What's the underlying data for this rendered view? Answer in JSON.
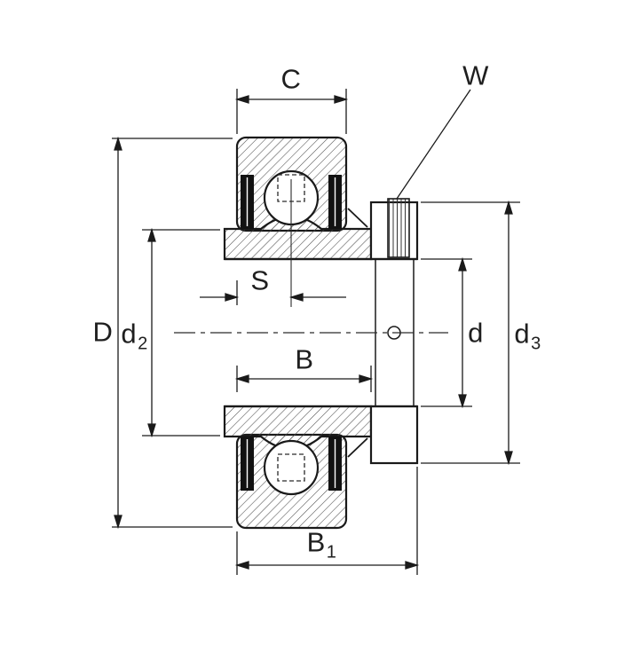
{
  "diagram": {
    "kind": "bearing-cross-section-technical-drawing",
    "dimension_labels": {
      "C": {
        "main": "C",
        "sub": ""
      },
      "W": {
        "main": "W",
        "sub": ""
      },
      "D": {
        "main": "D",
        "sub": ""
      },
      "d2": {
        "main": "d",
        "sub": "2"
      },
      "S": {
        "main": "S",
        "sub": ""
      },
      "B": {
        "main": "B",
        "sub": ""
      },
      "d": {
        "main": "d",
        "sub": ""
      },
      "d3": {
        "main": "d",
        "sub": "3"
      },
      "B1": {
        "main": "B",
        "sub": "1"
      }
    },
    "colors": {
      "line": "#1a1a1a",
      "hatch": "#4d4d4d",
      "seal": "#121212",
      "background": "#ffffff",
      "label_text": "#1f1f1f"
    }
  }
}
